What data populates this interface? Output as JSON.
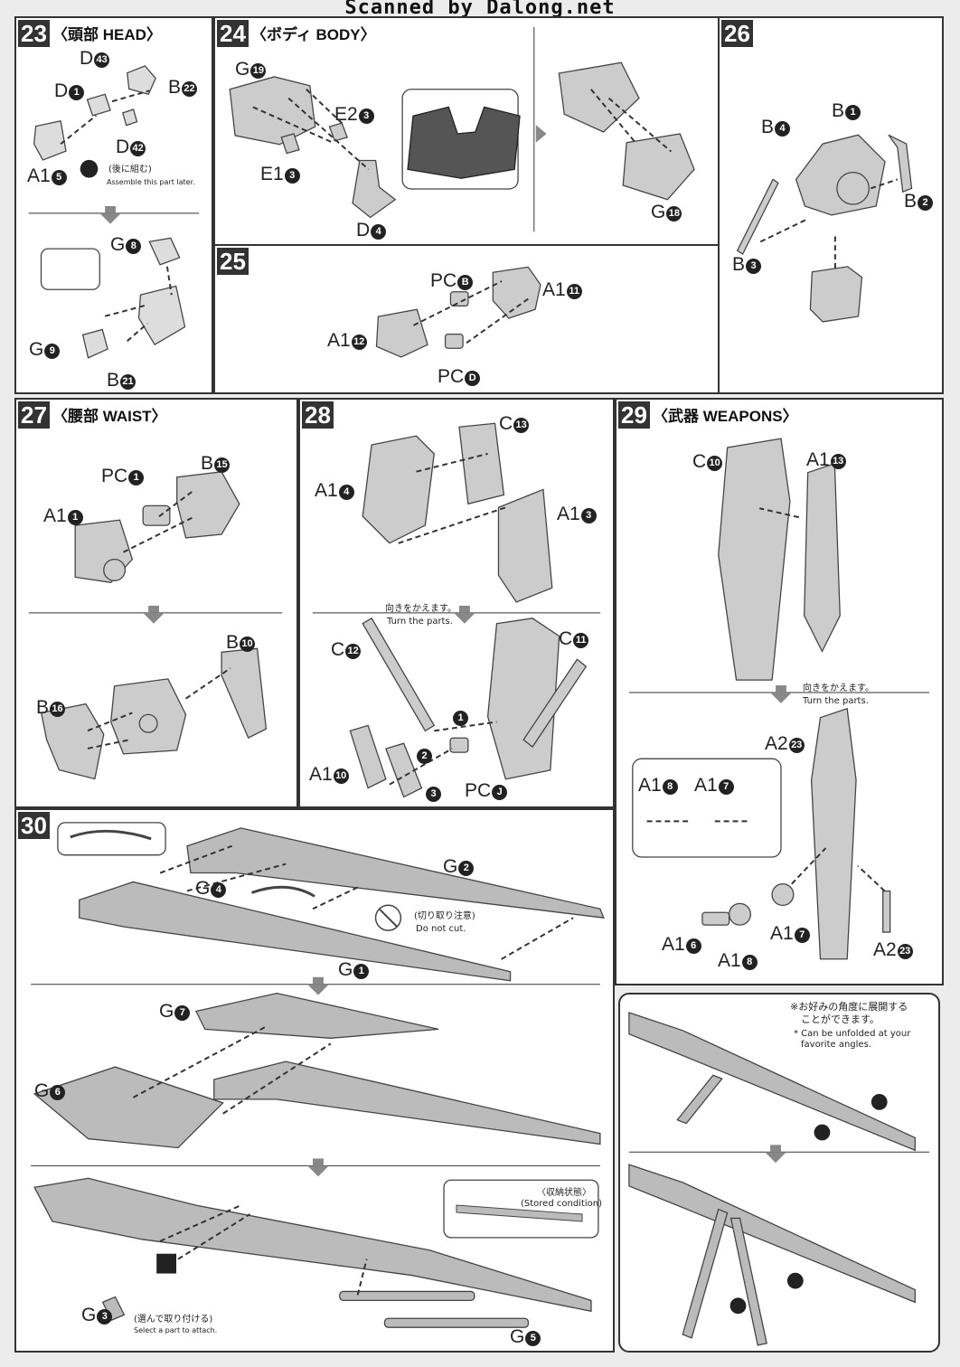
{
  "header": {
    "scan_credit": "Scanned by Dalong.net"
  },
  "steps": {
    "s23": {
      "num": "23",
      "title": "〈頭部 HEAD〉",
      "note_jp": "(後に組む)",
      "note_en": "Assemble this part later."
    },
    "s24": {
      "num": "24",
      "title": "〈ボディ BODY〉"
    },
    "s25": {
      "num": "25"
    },
    "s26": {
      "num": "26"
    },
    "s27": {
      "num": "27",
      "title": "〈腰部 WAIST〉"
    },
    "s28": {
      "num": "28",
      "turn_jp": "向きをかえます。",
      "turn_en": "Turn the parts."
    },
    "s29": {
      "num": "29",
      "title": "〈武器 WEAPONS〉",
      "turn_jp": "向きをかえます。",
      "turn_en": "Turn the parts."
    },
    "s30": {
      "num": "30",
      "nocut_jp": "(切り取り注意)",
      "nocut_en": "Do not cut.",
      "stored_jp": "〈収納状態〉",
      "stored_en": "(Stored condition)",
      "select_jp": "(選んで取り付ける)",
      "select_en": "Select a part to attach."
    },
    "unfold": {
      "note_jp_1": "※お好みの角度に展開する",
      "note_jp_2": "ことができます。",
      "note_en_1": "* Can be unfolded at your",
      "note_en_2": "favorite angles."
    }
  },
  "labels": {
    "s23": [
      {
        "id": "d43",
        "text": "D",
        "n": "43"
      },
      {
        "id": "d1",
        "text": "D",
        "n": "1"
      },
      {
        "id": "b22",
        "text": "B",
        "n": "22"
      },
      {
        "id": "d42",
        "text": "D",
        "n": "42"
      },
      {
        "id": "a15",
        "text": "A1",
        "n": "5"
      },
      {
        "id": "g8",
        "text": "G",
        "n": "8"
      },
      {
        "id": "g9",
        "text": "G",
        "n": "9"
      },
      {
        "id": "b21",
        "text": "B",
        "n": "21"
      }
    ],
    "s24": [
      {
        "id": "g19",
        "text": "G",
        "n": "19"
      },
      {
        "id": "e23",
        "text": "E2",
        "n": "3"
      },
      {
        "id": "e13",
        "text": "E1",
        "n": "3"
      },
      {
        "id": "d4",
        "text": "D",
        "n": "4"
      },
      {
        "id": "g18",
        "text": "G",
        "n": "18"
      }
    ],
    "s25": [
      {
        "id": "pcb",
        "text": "PC",
        "n": "B"
      },
      {
        "id": "a111",
        "text": "A1",
        "n": "11"
      },
      {
        "id": "a112",
        "text": "A1",
        "n": "12"
      },
      {
        "id": "pcd",
        "text": "PC",
        "n": "D"
      }
    ],
    "s26": [
      {
        "id": "b1",
        "text": "B",
        "n": "1"
      },
      {
        "id": "b4",
        "text": "B",
        "n": "4"
      },
      {
        "id": "b2",
        "text": "B",
        "n": "2"
      },
      {
        "id": "b3",
        "text": "B",
        "n": "3"
      }
    ],
    "s27": [
      {
        "id": "pc1",
        "text": "PC",
        "n": "1"
      },
      {
        "id": "b15",
        "text": "B",
        "n": "15"
      },
      {
        "id": "a11",
        "text": "A1",
        "n": "1"
      },
      {
        "id": "b10",
        "text": "B",
        "n": "10"
      },
      {
        "id": "b16",
        "text": "B",
        "n": "16"
      }
    ],
    "s28": [
      {
        "id": "c13",
        "text": "C",
        "n": "13"
      },
      {
        "id": "a14",
        "text": "A1",
        "n": "4"
      },
      {
        "id": "a13",
        "text": "A1",
        "n": "3"
      },
      {
        "id": "c12",
        "text": "C",
        "n": "12"
      },
      {
        "id": "c11",
        "text": "C",
        "n": "11"
      },
      {
        "id": "a110",
        "text": "A1",
        "n": "10"
      },
      {
        "id": "pcj",
        "text": "PC",
        "n": "J"
      }
    ],
    "s29": [
      {
        "id": "c10",
        "text": "C",
        "n": "10"
      },
      {
        "id": "a113",
        "text": "A1",
        "n": "13"
      },
      {
        "id": "a223",
        "text": "A2",
        "n": "23"
      },
      {
        "id": "a18a",
        "text": "A1",
        "n": "8"
      },
      {
        "id": "a17a",
        "text": "A1",
        "n": "7"
      },
      {
        "id": "a16",
        "text": "A1",
        "n": "6"
      },
      {
        "id": "a18b",
        "text": "A1",
        "n": "8"
      },
      {
        "id": "a17b",
        "text": "A1",
        "n": "7"
      },
      {
        "id": "a223b",
        "text": "A2",
        "n": "23"
      }
    ],
    "s30": [
      {
        "id": "g2",
        "text": "G",
        "n": "2"
      },
      {
        "id": "g4",
        "text": "G",
        "n": "4"
      },
      {
        "id": "g1",
        "text": "G",
        "n": "1"
      },
      {
        "id": "g7",
        "text": "G",
        "n": "7"
      },
      {
        "id": "g6",
        "text": "G",
        "n": "6"
      },
      {
        "id": "g3",
        "text": "G",
        "n": "3"
      },
      {
        "id": "g5",
        "text": "G",
        "n": "5"
      }
    ]
  },
  "step_markers": {
    "m1": "1",
    "m2": "2",
    "m3": "3"
  }
}
